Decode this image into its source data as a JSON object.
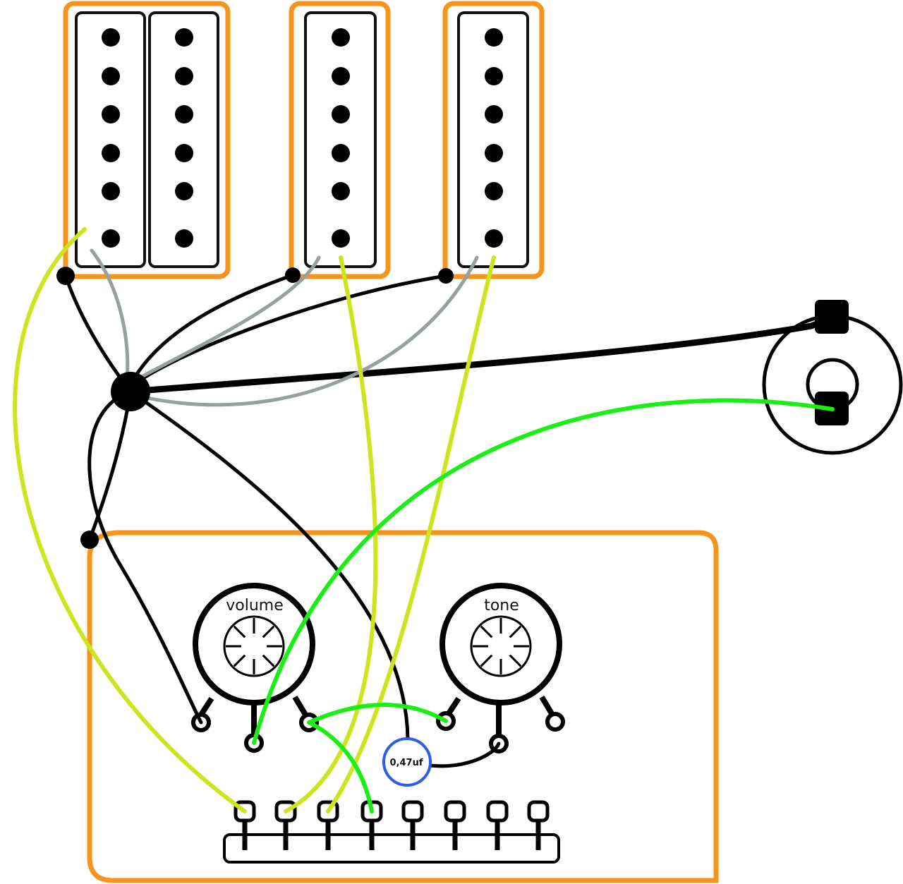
{
  "colors": {
    "outline_orange": "#f7941d",
    "wire_black": "#000000",
    "wire_grey": "#95a09f",
    "wire_yellowgreen": "#cde51c",
    "wire_green": "#1aee14",
    "capacitor_blue": "#2a5ee8"
  },
  "pickups": [
    {
      "type": "humbucker",
      "poles_per_coil": 6,
      "coils": 2
    },
    {
      "type": "single-coil",
      "poles_per_coil": 6,
      "coils": 1
    },
    {
      "type": "single-coil",
      "poles_per_coil": 6,
      "coils": 1
    }
  ],
  "controls": {
    "volume_label": "volume",
    "tone_label": "tone",
    "capacitor_label": "0,47uf"
  },
  "output_jack": {
    "lugs": 2
  },
  "switch": {
    "tabs": 8
  }
}
